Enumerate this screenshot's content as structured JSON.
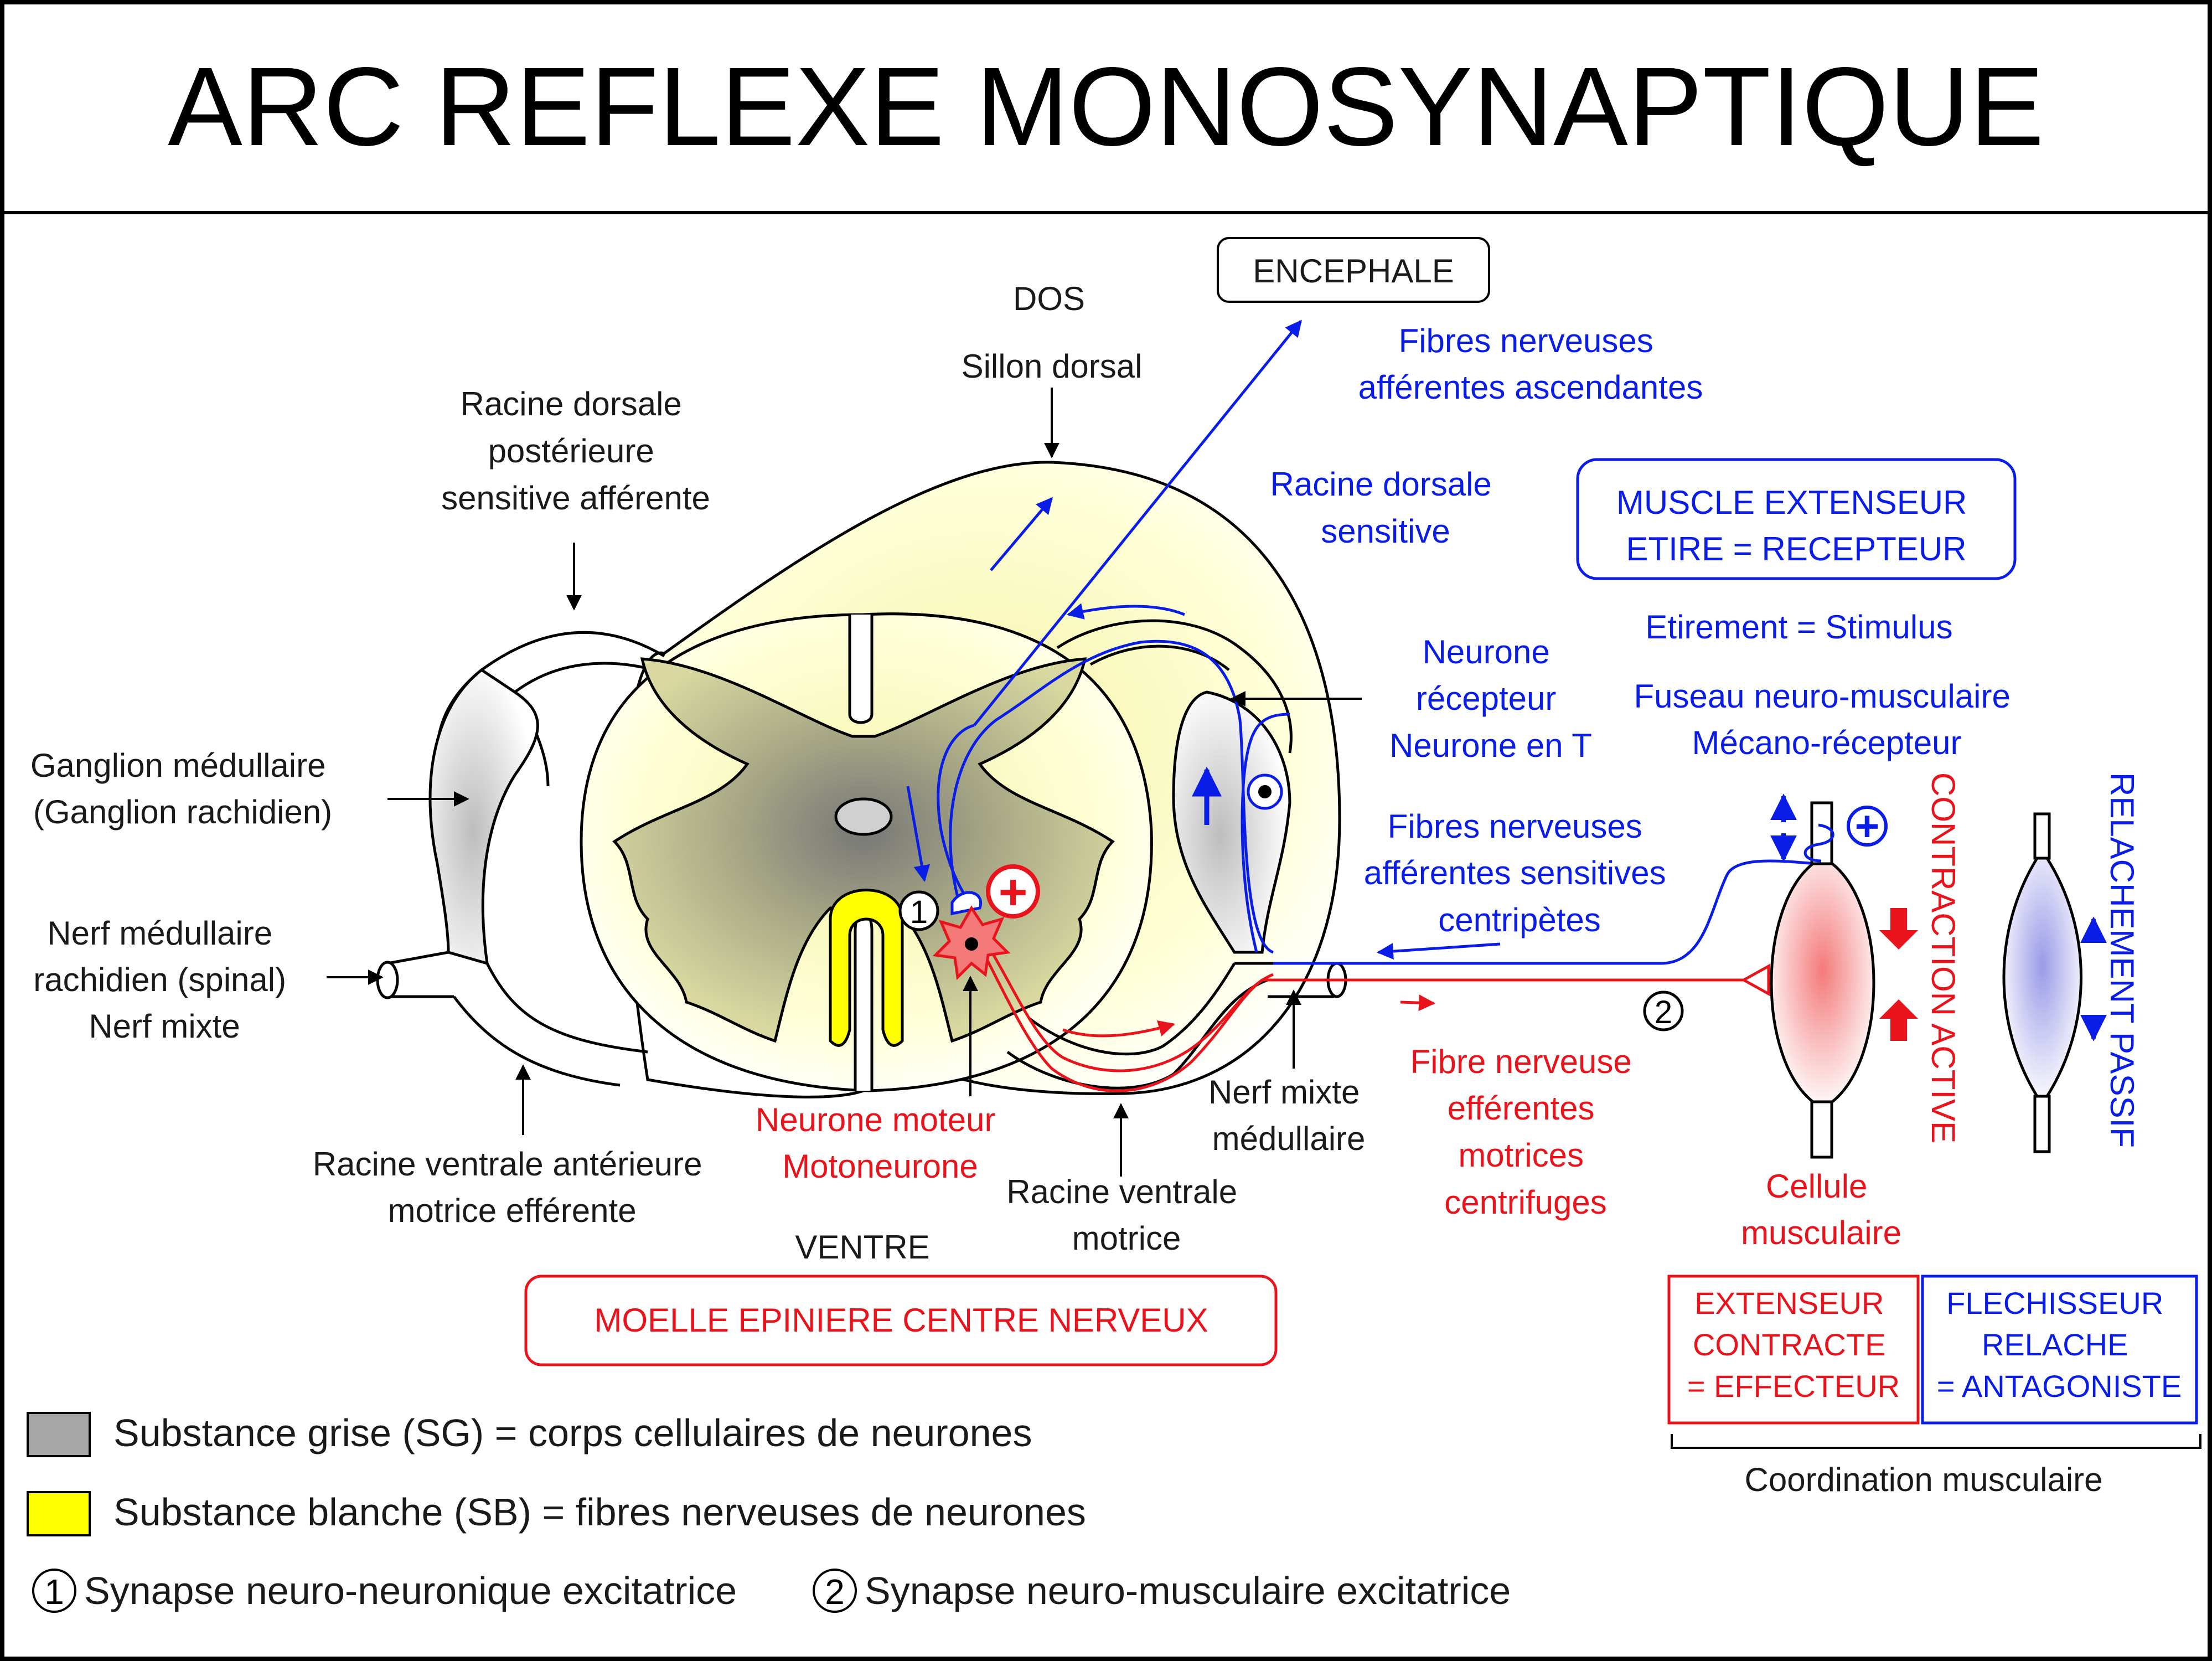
{
  "title": "ARC REFLEXE MONOSYNAPTIQUE",
  "colors": {
    "afferent_blue": "#0a1de6",
    "efferent_red": "#e8131b",
    "grey_matter": "#a6a6a6",
    "white_matter": "#ffff00"
  },
  "labels": {
    "dos": "DOS",
    "sillon_dorsal": "Sillon dorsal",
    "encephale": "ENCEPHALE",
    "fibres_ascendantes": [
      "Fibres nerveuses",
      "afférentes ascendantes"
    ],
    "racine_dorsale_left": [
      "Racine dorsale",
      "postérieure",
      "sensitive afférente"
    ],
    "racine_dorsale_sensitive": [
      "Racine dorsale",
      "sensitive"
    ],
    "muscle_extenseur": [
      "MUSCLE EXTENSEUR",
      "ETIRE = RECEPTEUR"
    ],
    "etirement": "Etirement = Stimulus",
    "neurone_recepteur": [
      "Neurone",
      "récepteur",
      "Neurone en T"
    ],
    "fuseau": [
      "Fuseau neuro-musculaire",
      "Mécano-récepteur"
    ],
    "ganglion": [
      "Ganglion médullaire",
      "(Ganglion rachidien)"
    ],
    "fibres_centripetes": [
      "Fibres nerveuses",
      "afférentes sensitives",
      "centripètes"
    ],
    "contraction_active": "CONTRACTION ACTIVE",
    "relachement_passif": "RELACHEMENT PASSIF",
    "nerf_medullaire": [
      "Nerf médullaire",
      "rachidien (spinal)",
      "Nerf mixte"
    ],
    "nerf_mixte": [
      "Nerf mixte",
      "médullaire"
    ],
    "fibre_efferente": [
      "Fibre  nerveuse",
      "efférentes",
      "motrices",
      "centrifuges"
    ],
    "neurone_moteur": [
      "Neurone moteur",
      "Motoneurone"
    ],
    "racine_ventrale_left": [
      "Racine ventrale  antérieure",
      "motrice efférente"
    ],
    "racine_ventrale_right": [
      "Racine ventrale",
      "motrice"
    ],
    "cellule_musculaire": [
      "Cellule",
      "musculaire"
    ],
    "ventre": "VENTRE",
    "moelle": "MOELLE EPINIERE CENTRE NERVEUX",
    "extenseur_box": [
      "EXTENSEUR",
      "CONTRACTE",
      "= EFFECTEUR"
    ],
    "flechisseur_box": [
      "FLECHISSEUR",
      "RELACHE",
      "= ANTAGONISTE"
    ],
    "coordination": "Coordination musculaire",
    "synapse_1_marker": "1",
    "synapse_2_marker": "2",
    "plus_sign": "+"
  },
  "legend": {
    "grey": "Substance grise (SG) =  corps cellulaires de neurones",
    "yellow": "Substance blanche (SB) =  fibres nerveuses de neurones",
    "synapse1_num": "1",
    "synapse1_text": "Synapse neuro-neuronique excitatrice",
    "synapse2_num": "2",
    "synapse2_text": "Synapse neuro-musculaire excitatrice"
  }
}
